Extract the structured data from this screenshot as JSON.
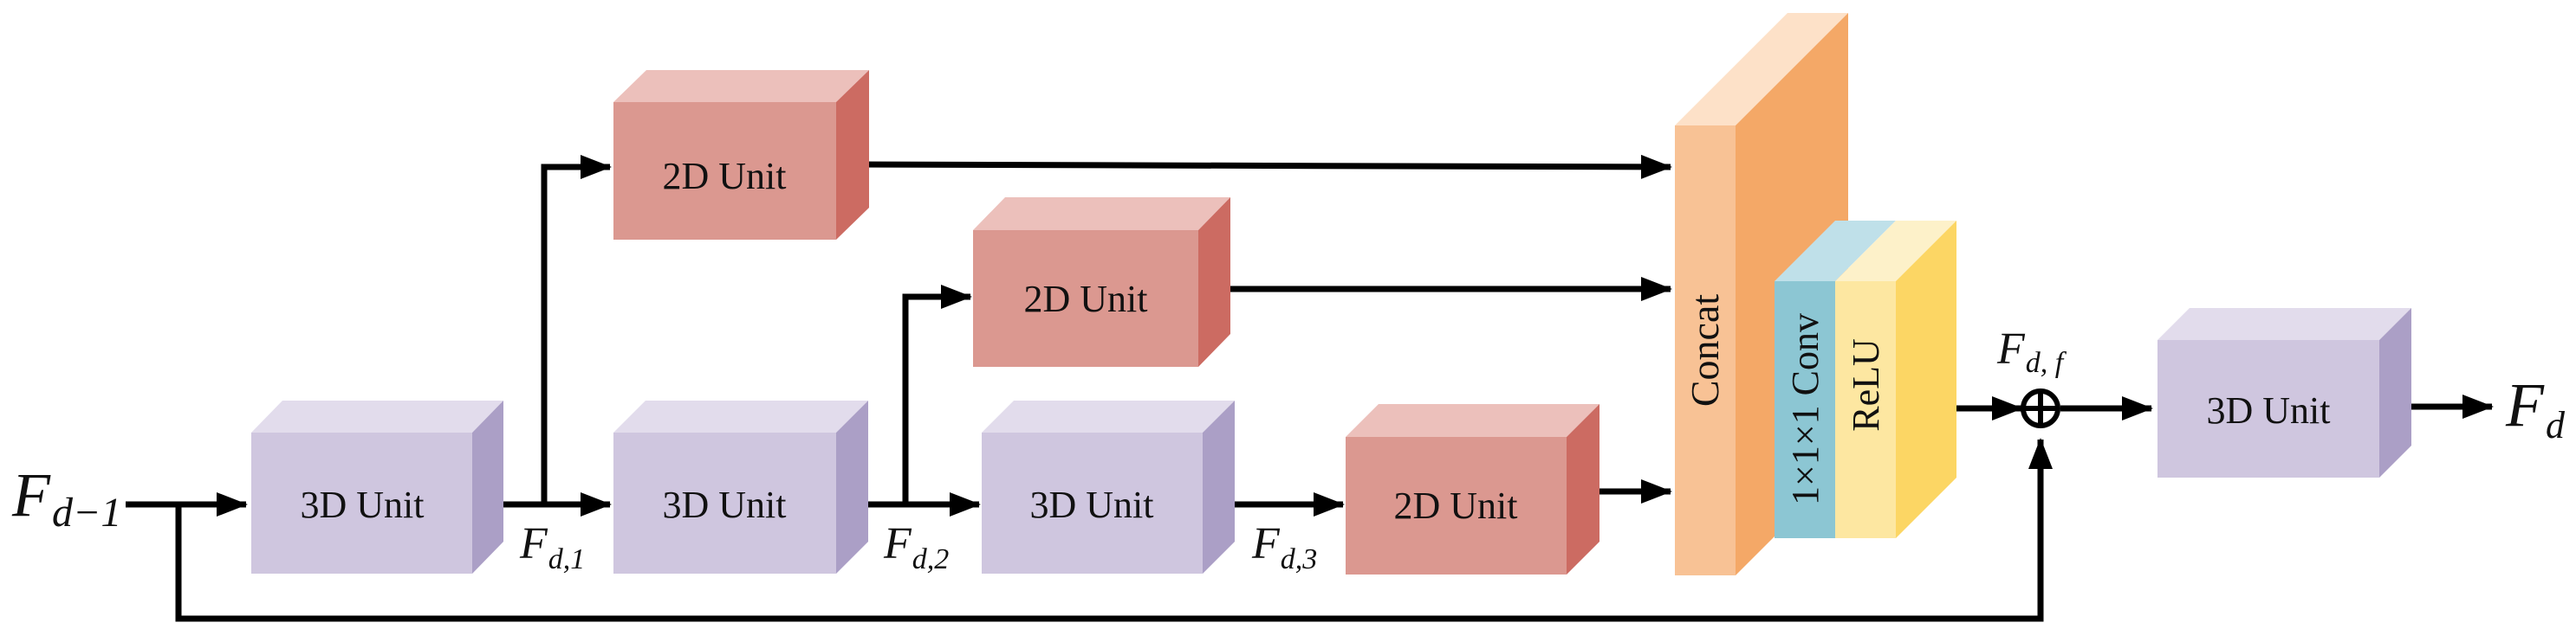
{
  "blocks": {
    "unit_3d_a": "3D Unit",
    "unit_3d_b": "3D Unit",
    "unit_3d_c": "3D Unit",
    "unit_3d_out": "3D Unit",
    "unit_2d_top": "2D Unit",
    "unit_2d_mid": "2D Unit",
    "unit_2d_low": "2D Unit",
    "concat": "Concat",
    "conv": "1×1×1 Conv",
    "relu": "ReLU",
    "sum_symbol": "⊕"
  },
  "symbols": {
    "input": {
      "base": "F",
      "sub": "d−1"
    },
    "f1": {
      "base": "F",
      "sub": "d,1"
    },
    "f2": {
      "base": "F",
      "sub": "d,2"
    },
    "f3": {
      "base": "F",
      "sub": "d,3"
    },
    "ff": {
      "base": "F",
      "sub": "d, f"
    },
    "output": {
      "base": "F",
      "sub": "d"
    }
  },
  "colors": {
    "unit_3d_front": "#cfc6df",
    "unit_3d_top": "#e2dcec",
    "unit_3d_side": "#ab9fc6",
    "unit_2d_front": "#db9890",
    "unit_2d_top": "#ecc0bb",
    "unit_2d_side": "#cc6b62",
    "concat_front": "#f8c295",
    "concat_top": "#fde1c8",
    "concat_side": "#f4a867",
    "conv_front": "#8cc6d3",
    "conv_top": "#bfe0e9",
    "relu_front": "#fde7a1",
    "relu_top": "#fdf1c9",
    "relu_side": "#fcd664"
  }
}
